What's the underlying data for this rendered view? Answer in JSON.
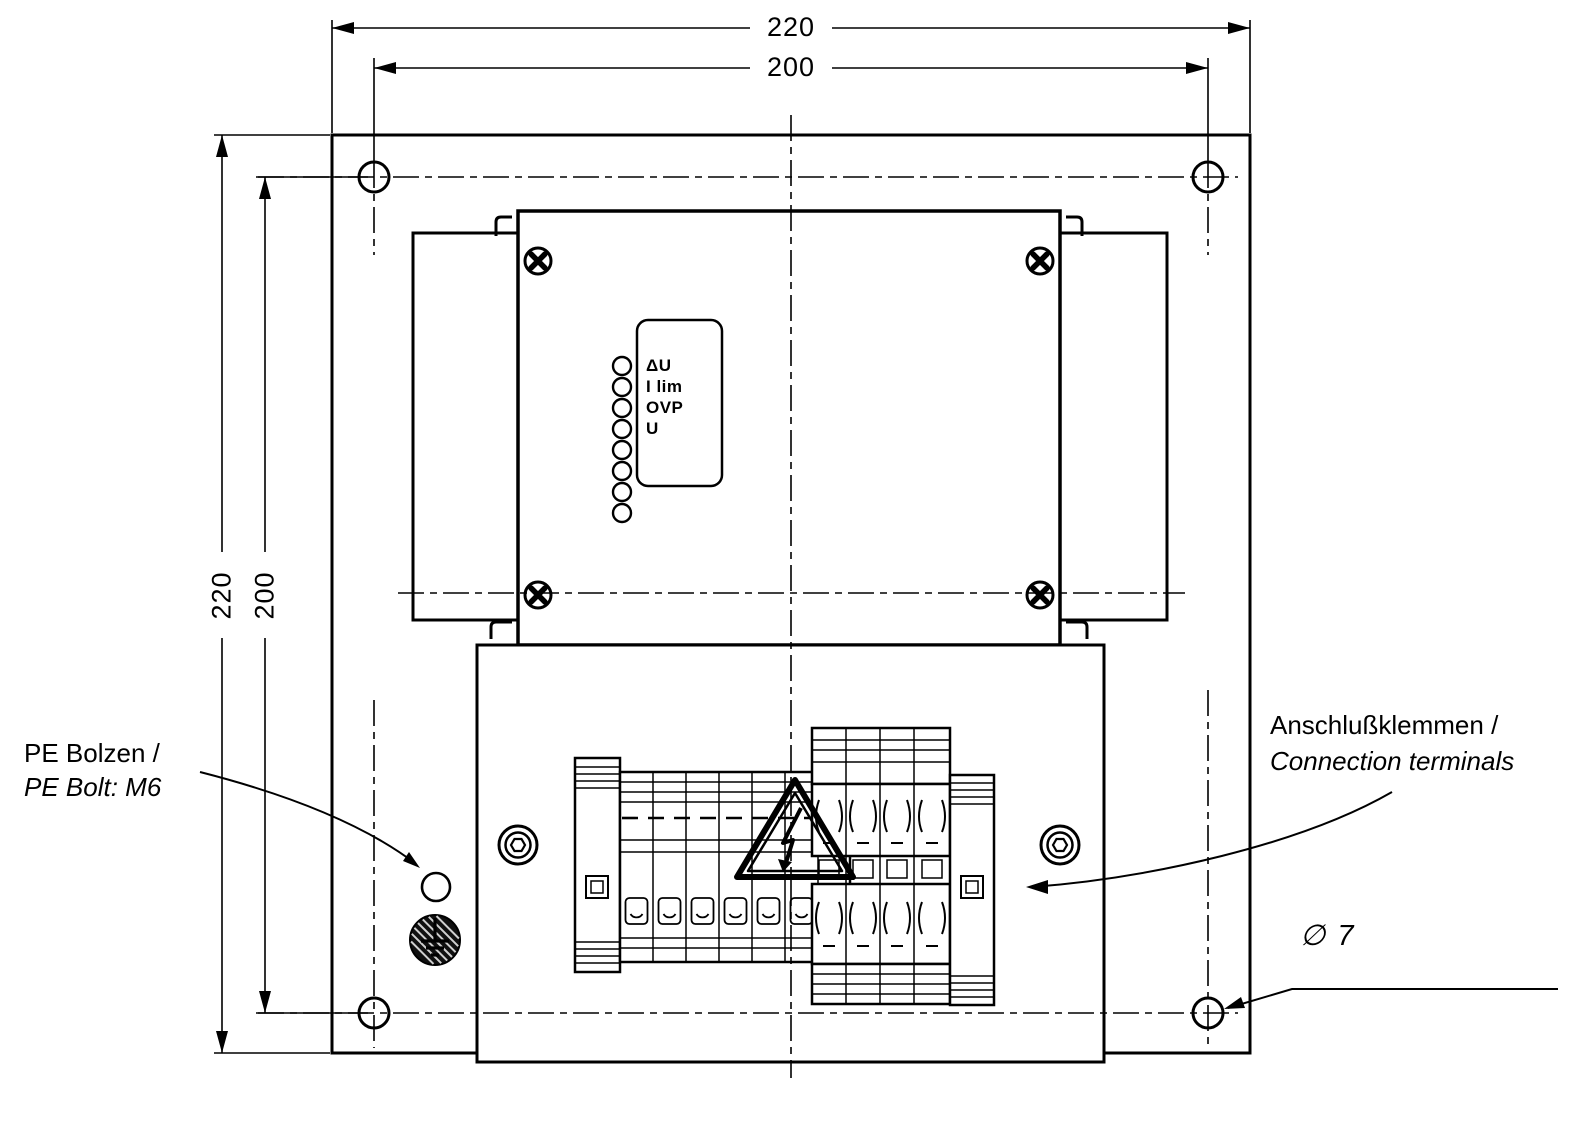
{
  "drawing": {
    "dimensions": {
      "top_outer": "220",
      "top_inner": "200",
      "left_outer": "220",
      "left_inner": "200",
      "hole_diameter": "∅ 7"
    },
    "annotations": {
      "pe_bolt": {
        "line1": "PE Bolzen /",
        "line2": "PE Bolt: M6"
      },
      "terminals": {
        "line1": "Anschlußklemmen /",
        "line2": "Connection terminals"
      }
    },
    "led_panel": {
      "labels": [
        "ΔU",
        "I lim",
        "OVP",
        "U"
      ],
      "led_count": 8
    },
    "colors": {
      "line": "#000000",
      "background": "#ffffff"
    }
  }
}
